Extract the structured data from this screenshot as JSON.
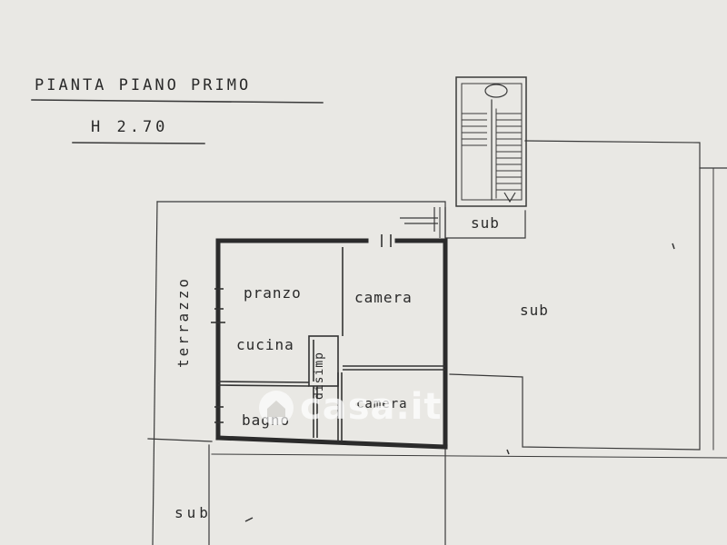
{
  "header": {
    "title": "PIANTA PIANO PRIMO",
    "height_label": "H 2.70"
  },
  "rooms": {
    "pranzo": "pranzo",
    "camera_top": "camera",
    "cucina": "cucina",
    "disimp": "disimp",
    "bagno": "bagno",
    "camera_bottom": "camera"
  },
  "areas": {
    "terrazzo": "terrazzo",
    "sub_stair": "sub",
    "sub_right": "sub",
    "sub_bottom": "sub"
  },
  "watermark": {
    "text": "casa.it",
    "icon": "house-logo-icon"
  },
  "colors": {
    "paper": "#e9e8e4",
    "ink": "#2a2a2a",
    "watermark": "#ffffff"
  }
}
